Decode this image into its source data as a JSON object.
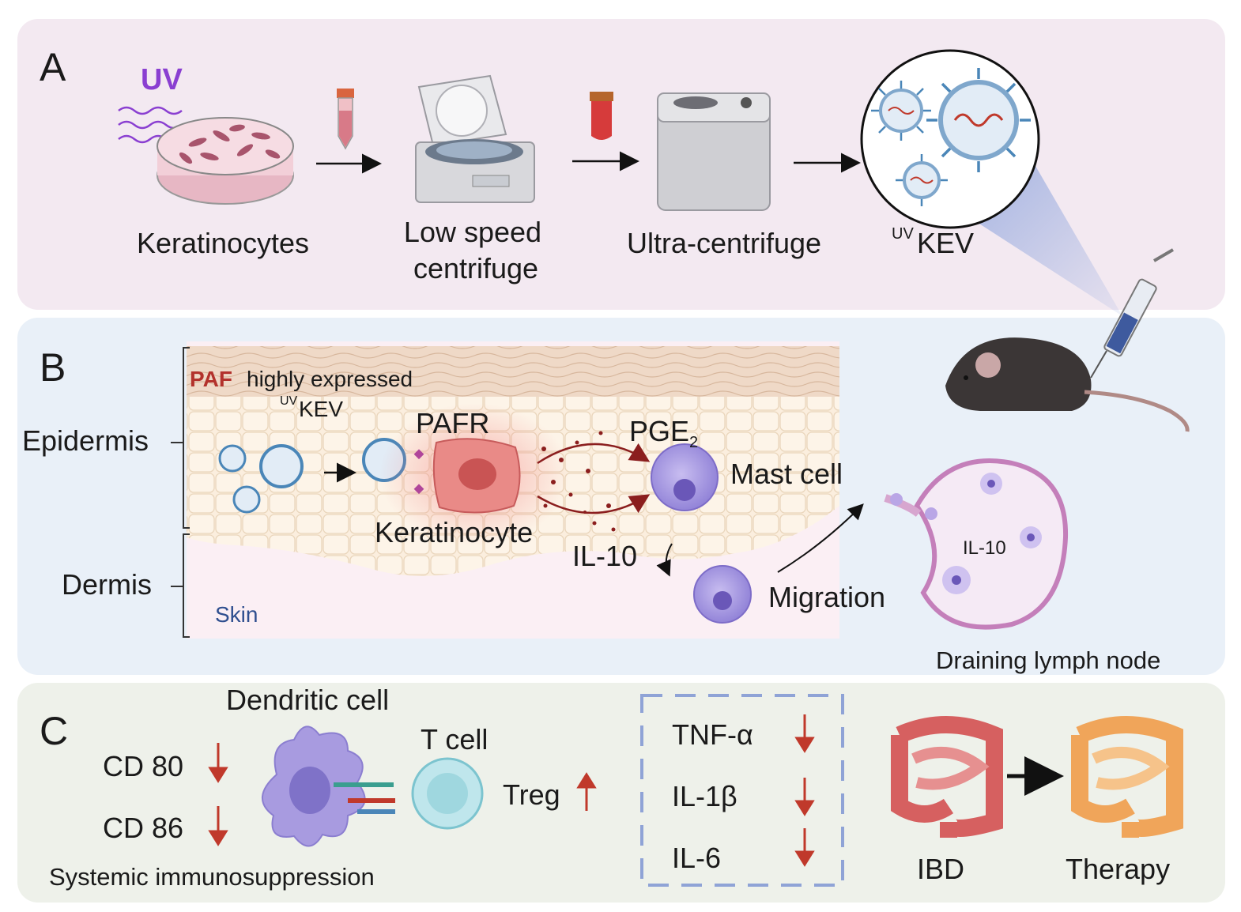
{
  "panel_a": {
    "letter": "A",
    "uv_label": "UV",
    "steps": [
      {
        "label": "Keratinocytes"
      },
      {
        "label_line1": "Low speed",
        "label_line2": "centrifuge"
      },
      {
        "label": "Ultra-centrifuge"
      },
      {
        "label_sup": "UV",
        "label": "KEV"
      }
    ]
  },
  "panel_b": {
    "letter": "B",
    "epidermis": "Epidermis",
    "dermis": "Dermis",
    "skin": "Skin",
    "paf": "PAF",
    "highly_expressed": "highly expressed",
    "kev_sup": "UV",
    "kev": "KEV",
    "pafr": "PAFR",
    "pge": "PGE",
    "pge_sub": "2",
    "mast_cell": "Mast cell",
    "keratinocyte": "Keratinocyte",
    "il10": "IL-10",
    "migration": "Migration",
    "lymph_il10": "IL-10",
    "lymph_node": "Draining lymph node"
  },
  "panel_c": {
    "letter": "C",
    "dendritic_cell": "Dendritic cell",
    "t_cell": "T cell",
    "cd80": "CD 80",
    "cd86": "CD 86",
    "treg": "Treg",
    "systemic": "Systemic immunosuppression",
    "cytokines": [
      "TNF-α",
      "IL-1β",
      "IL-6"
    ],
    "ibd": "IBD",
    "therapy": "Therapy"
  },
  "colors": {
    "uv_purple": "#8a3fd1",
    "paf_red": "#b3322c",
    "arrow_red": "#c0392b",
    "skin_blue": "#2f4f8f",
    "dashed_box": "#8fa3d6"
  }
}
